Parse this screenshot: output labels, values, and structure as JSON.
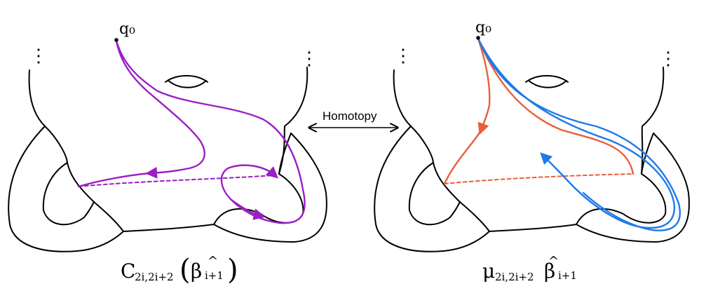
{
  "left_panel": {
    "basepoint_label": "q₀",
    "caption": "C2i,2i+2 (βi+1)",
    "caption_main": "C",
    "caption_sub": "2i,2i+2",
    "caption_beta": "β",
    "caption_beta_sub": "i+1",
    "curve_color": "#9b1fc4"
  },
  "right_panel": {
    "basepoint_label": "q₀",
    "caption": "μ2i,2i+2 βi+1",
    "caption_main": "μ",
    "caption_sub": "2i,2i+2",
    "caption_beta": "β",
    "caption_beta_sub": "i+1",
    "orange_color": "#e8603a",
    "blue_color": "#1f7ae8"
  },
  "center": {
    "label": "Homotopy",
    "arrow": "double-headed"
  },
  "ellipsis_marks": [
    "⋮",
    "⋮",
    "⋮",
    "⋮"
  ]
}
